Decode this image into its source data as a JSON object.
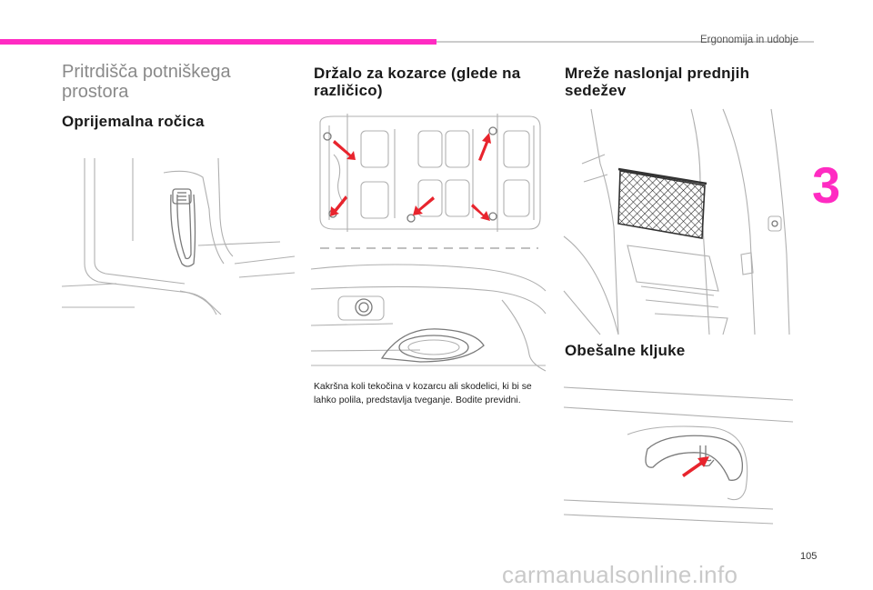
{
  "header": {
    "chapter_title": "Ergonomija in udobje"
  },
  "chapter_number": "3",
  "page_number": "105",
  "watermark": "carmanualsonline.info",
  "column1": {
    "section_title": "Pritrdišča potniškega prostora",
    "heading": "Oprijemalna ročica"
  },
  "column2": {
    "heading": "Držalo za kozarce (glede na različico)",
    "note": "Kakršna koli tekočina v kozarcu ali skodelici, ki bi se lahko polila, predstavlja tveganje. Bodite previdni."
  },
  "column3": {
    "heading1": "Mreže naslonjal prednjih sedežev",
    "heading2": "Obešalne kljuke"
  },
  "colors": {
    "accent": "#ff2bc2",
    "arrow": "#e8242d"
  },
  "icons": [
    "grab-handle-illustration",
    "cup-holder-layout-illustration",
    "cup-holder-illustration",
    "seat-net-illustration",
    "coat-hook-illustration"
  ]
}
